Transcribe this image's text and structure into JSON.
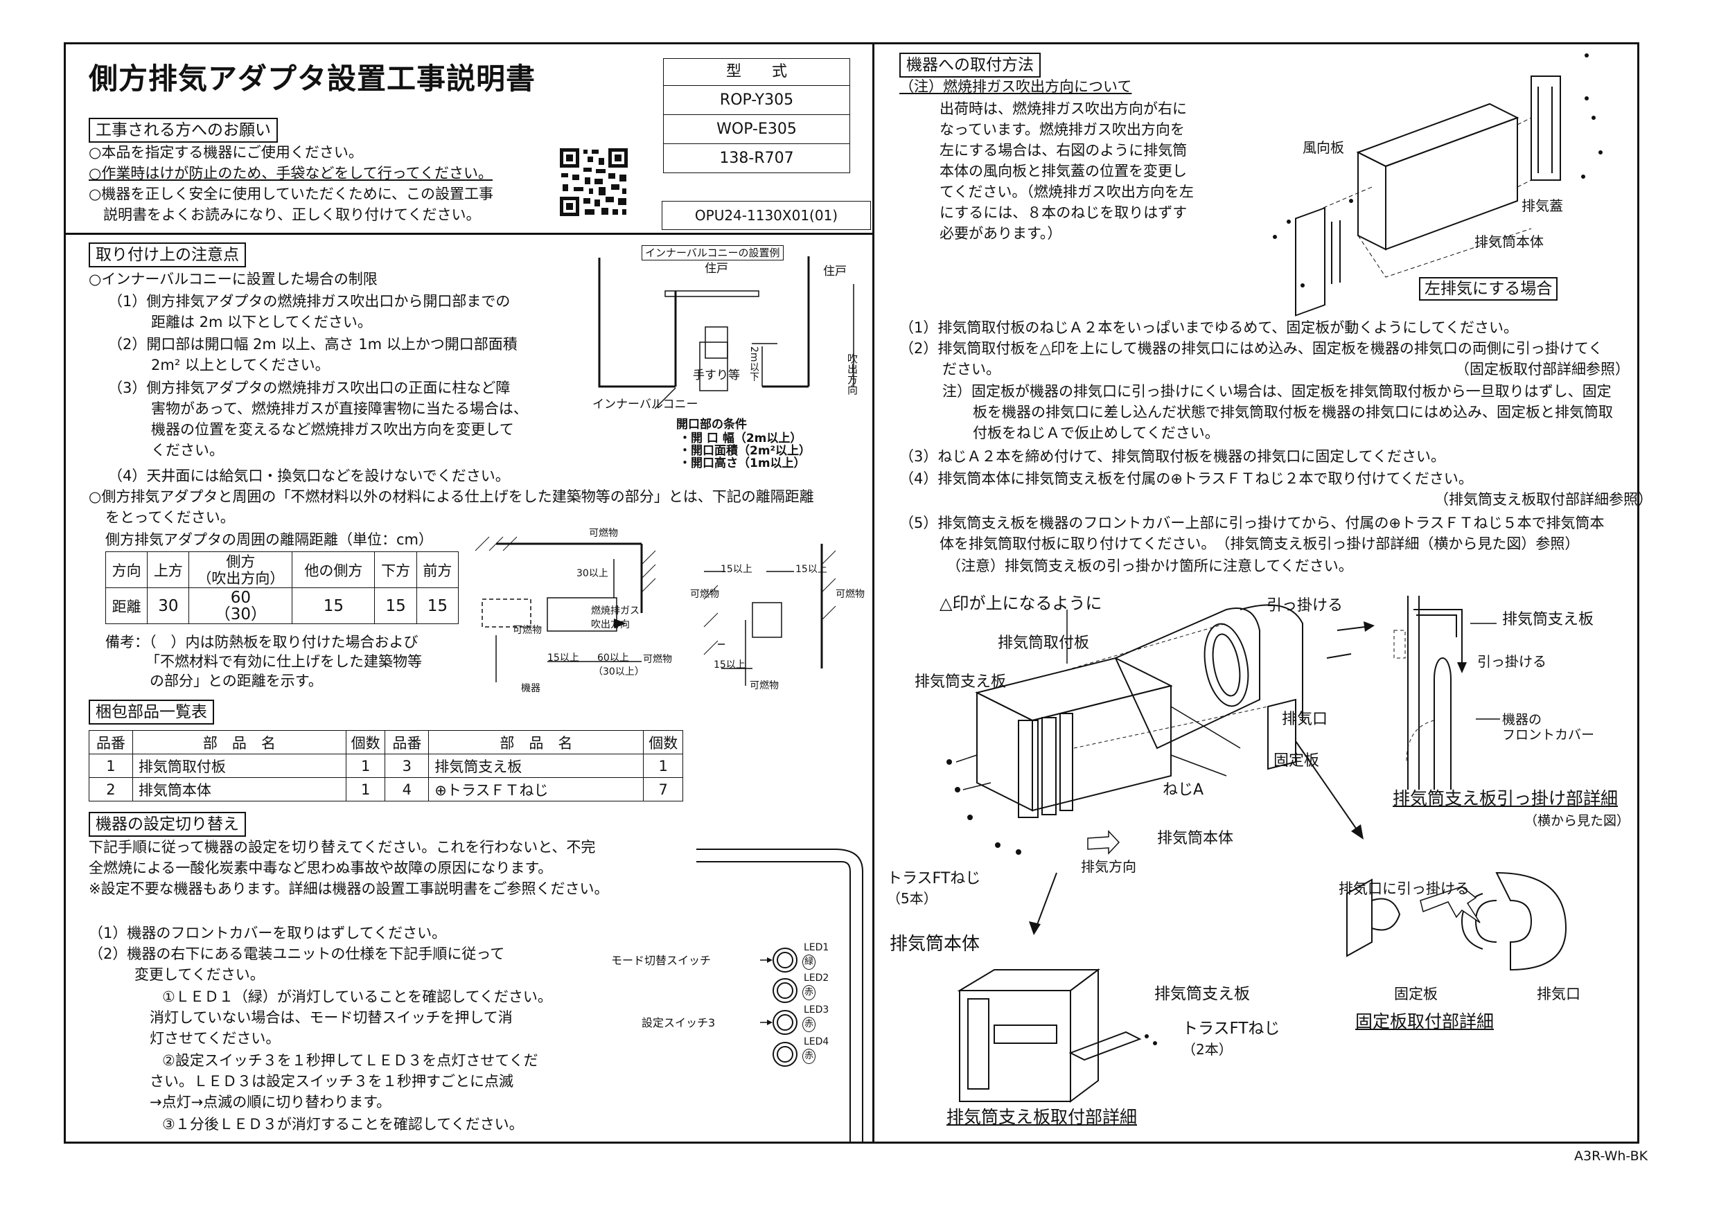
{
  "title": "側方排気アダプタ設置工事説明書",
  "model": {
    "header": "型　　式",
    "models": [
      "ROP-Y305",
      "WOP-E305",
      "138-R707"
    ],
    "doc_code": "OPU24-1130X01(01)"
  },
  "request": {
    "heading": "工事される方へのお願い",
    "lines": [
      "○本品を指定する機器にご使用ください。",
      "○作業時はけが防止のため、手袋などをして行ってください。",
      "○機器を正しく安全に使用していただくために、この設置工事",
      "　説明書をよくお読みになり、正しく取り付けてください。"
    ]
  },
  "caution": {
    "heading": "取り付け上の注意点",
    "lines": [
      "○インナーバルコニーに設置した場合の制限",
      "（1）側方排気アダプタの燃焼排ガス吹出口から開口部までの",
      "距離は 2m 以下としてください。",
      "（2）開口部は開口幅 2m 以上、高さ 1m 以上かつ開口部面積",
      "2m² 以上としてください。",
      "（3）側方排気アダプタの燃焼排ガス吹出口の正面に柱など障",
      "害物があって、燃焼排ガスが直接障害物に当たる場合は、",
      "機器の位置を変えるなど燃焼排ガス吹出方向を変更して",
      "ください。",
      "（4）天井面には給気口・換気口などを設けないでください。",
      "○側方排気アダプタと周囲の「不燃材料以外の材料による仕上げをした建築物等の部分」とは、下記の離隔距離",
      "をとってください。"
    ],
    "table_caption": "側方排気アダプタの周囲の離隔距離（単位：cm）",
    "table_headers": [
      "方向",
      "上方",
      "側方\n（吹出方向）",
      "他の側方",
      "下方",
      "前方"
    ],
    "table_row": [
      "距離",
      "30",
      "60\n（30）",
      "15",
      "15",
      "15"
    ],
    "notes": [
      "備考：（　）内は防熱板を取り付けた場合および",
      "「不燃材料で有効に仕上げをした建築物等",
      "の部分」との距離を示す。"
    ]
  },
  "balcony_diagram": {
    "caption": "インナーバルコニーの設置例",
    "dwelling_left": "住戸",
    "dwelling_right": "住戸",
    "handrail": "手すり等",
    "height": "2m以下",
    "outlet": "吹出方向",
    "balcony": "インナーバルコニー",
    "cond_title": "開口部の条件",
    "conds": [
      "・開 口 幅（2m以上）",
      "・開口面積（2m²以上）",
      "・開口高さ（1m以上）"
    ]
  },
  "clearance_diagram": {
    "combustible": "可燃物",
    "dim_30": "30以上",
    "dim_15": "15以上",
    "dim_60": "60以上",
    "dim_60b": "（30以上）",
    "exhaust": "燃焼排ガス",
    "exhaust2": "吹出方向",
    "unit": "機器"
  },
  "parts": {
    "heading": "梱包部品一覧表",
    "headers": [
      "品番",
      "部　品　名",
      "個数",
      "品番",
      "部　品　名",
      "個数"
    ],
    "rows": [
      [
        "1",
        "排気筒取付板",
        "1",
        "3",
        "排気筒支え板",
        "1"
      ],
      [
        "2",
        "排気筒本体",
        "1",
        "4",
        "⊕トラスＦＴねじ",
        "7"
      ]
    ]
  },
  "settings": {
    "heading": "機器の設定切り替え",
    "lines": [
      "下記手順に従って機器の設定を切り替えてください。これを行わないと、不完",
      "全燃焼による一酸化炭素中毒など思わぬ事故や故障の原因になります。",
      "※設定不要な機器もあります。詳細は機器の設置工事説明書をご参照ください。"
    ],
    "steps": [
      "（1）機器のフロントカバーを取りはずしてください。",
      "（2）機器の右下にある電装ユニットの仕様を下記手順に従って",
      "変更してください。",
      "①ＬＥＤ１（緑）が消灯していることを確認してください。",
      "消灯していない場合は、モード切替スイッチを押して消",
      "灯させてください。",
      "②設定スイッチ３を１秒押してＬＥＤ３を点灯させてくだ",
      "さい。ＬＥＤ３は設定スイッチ３を１秒押すごとに点滅",
      "→点灯→点滅の順に切り替わります。",
      "③１分後ＬＥＤ３が消灯することを確認してください。"
    ],
    "mode_switch": "モード切替スイッチ",
    "set_switch": "設定スイッチ3",
    "leds": [
      "LED1",
      "LED2",
      "LED3",
      "LED4"
    ],
    "led_colors": [
      "緑",
      "赤",
      "赤",
      "赤"
    ]
  },
  "mounting": {
    "heading": "機器への取付方法",
    "note_title": "（注）燃焼排ガス吹出方向について",
    "note_lines": [
      "出荷時は、燃焼排ガス吹出方向が右に",
      "なっています。燃焼排ガス吹出方向を",
      "左にする場合は、右図のように排気筒",
      "本体の風向板と排気蓋の位置を変更し",
      "てください。（燃焼排ガス吹出方向を左",
      "にするには、８本のねじを取りはずす",
      "必要があります。）"
    ],
    "fig_labels": {
      "vane": "風向板",
      "cover": "排気蓋",
      "body": "排気筒本体",
      "left_case": "左排気にする場合"
    },
    "steps": [
      "（1）排気筒取付板のねじＡ２本をいっぱいまでゆるめて、固定板が動くようにしてください。",
      "（2）排気筒取付板を△印を上にして機器の排気口にはめ込み、固定板を機器の排気口の両側に引っ掛けてく",
      "ださい。",
      "（固定板取付部詳細参照）",
      "注）固定板が機器の排気口に引っ掛けにくい場合は、固定板を排気筒取付板から一旦取りはずし、固定",
      "板を機器の排気口に差し込んだ状態で排気筒取付板を機器の排気口にはめ込み、固定板と排気筒取",
      "付板をねじＡで仮止めしてください。",
      "（3）ねじＡ２本を締め付けて、排気筒取付板を機器の排気口に固定してください。",
      "（4）排気筒本体に排気筒支え板を付属の⊕トラスＦＴねじ２本で取り付けてください。",
      "（排気筒支え板取付部詳細参照）",
      "（5）排気筒支え板を機器のフロントカバー上部に引っ掛けてから、付属の⊕トラスＦＴねじ５本で排気筒本",
      "体を排気筒取付板に取り付けてください。　（排気筒支え板引っ掛け部詳細（横から見た図）参照）",
      "（注意）排気筒支え板の引っ掛かけ箇所に注意してください。"
    ],
    "assembly": {
      "triangle": "△印が上になるように",
      "hook": "引っ掛ける",
      "mount_plate": "排気筒取付板",
      "support": "排気筒支え板",
      "outlet": "排気口",
      "fixing": "固定板",
      "screw_a": "ねじA",
      "body": "排気筒本体",
      "direction": "排気方向",
      "screws": "トラスFTねじ",
      "screws_count": "（5本）"
    },
    "detail_hook": {
      "support": "排気筒支え板",
      "hook": "引っ掛ける",
      "cover": "機器の",
      "cover2": "フロントカバー",
      "title": "排気筒支え板引っ掛け部詳細",
      "sub": "（横から見た図）"
    },
    "detail_fix": {
      "hook": "排気口に引っ掛ける",
      "fixing": "固定板",
      "outlet": "排気口",
      "title": "固定板取付部詳細"
    },
    "detail_support": {
      "body": "排気筒本体",
      "support": "排気筒支え板",
      "screws": "トラスFTねじ",
      "count": "（2本）",
      "title": "排気筒支え板取付部詳細"
    }
  },
  "footer": "A3R-Wh-BK"
}
